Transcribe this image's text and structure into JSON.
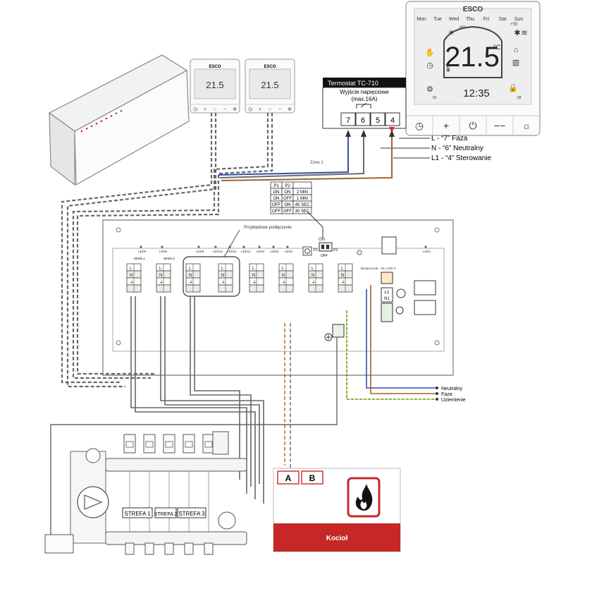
{
  "thermostat": {
    "brand": "ESCO",
    "days": [
      "Mon",
      "Tue",
      "Wed",
      "Thu",
      "Fri",
      "Sat",
      "Sun"
    ],
    "am_label": "am",
    "temp_main": "21.5",
    "temp_unit": "°C",
    "clock": "12:35",
    "sat_label": "+55",
    "mini_labels": [
      "52",
      "58"
    ],
    "buttons": [
      "clock",
      "plus",
      "power",
      "minus",
      "sun"
    ]
  },
  "terminal_box": {
    "title": "Termostat TC-710",
    "subtitle_1": "Wyjście napięciowe",
    "subtitle_2": "(max.16A)",
    "terminals": [
      "7",
      "6",
      "5",
      "4"
    ]
  },
  "wire_legend": [
    "L - “7” Faza",
    "N - “6” Neutralny",
    "L1 - “4” Sterowanie"
  ],
  "zone_label": "Zone 1",
  "timing_table": {
    "headers": [
      "P1",
      "P2",
      ""
    ],
    "rows": [
      [
        "ON",
        "ON",
        "2 MIN"
      ],
      [
        "ON",
        "OFF",
        "1 MIN"
      ],
      [
        "OFF",
        "ON",
        "45 SEC"
      ],
      [
        "OFF",
        "OFF",
        "30 SEC"
      ]
    ]
  },
  "board": {
    "example_label": "Przykładowe podłączenie",
    "dip_on": "ON",
    "dip_off": "OFF",
    "dip_p1": "P1",
    "dip_p2": "P2",
    "led_labels": [
      "LED5",
      "LED6",
      "LED9",
      "LED10",
      "LED11",
      "LED12",
      "LED4",
      "LED3",
      "LED2",
      "LED1"
    ],
    "strefa_small": [
      "Strefa 1",
      "Strefa 2"
    ],
    "fuse_label": "Bezpiecznik - 15 A 230 V",
    "terminal_letters": [
      "L",
      "N",
      "⏚"
    ],
    "power_terms": [
      "L1",
      "N1"
    ]
  },
  "power_legend": [
    "Neutralny",
    "Faza",
    "Uziemienie"
  ],
  "manifold": {
    "strefa_labels": [
      "STREFA 1",
      "STREFA 2",
      "STREFA 3"
    ]
  },
  "boiler": {
    "terms": [
      "A",
      "B"
    ],
    "label": "Kocioł"
  },
  "colors": {
    "brown": "#a0642a",
    "blue": "#3a4ea8",
    "gray_wire": "#6b6b6b",
    "ground_green": "#4c9a2a",
    "ground_yellow": "#d8c21c",
    "accent_red": "#d62b2b",
    "boiler_red": "#c62828"
  }
}
